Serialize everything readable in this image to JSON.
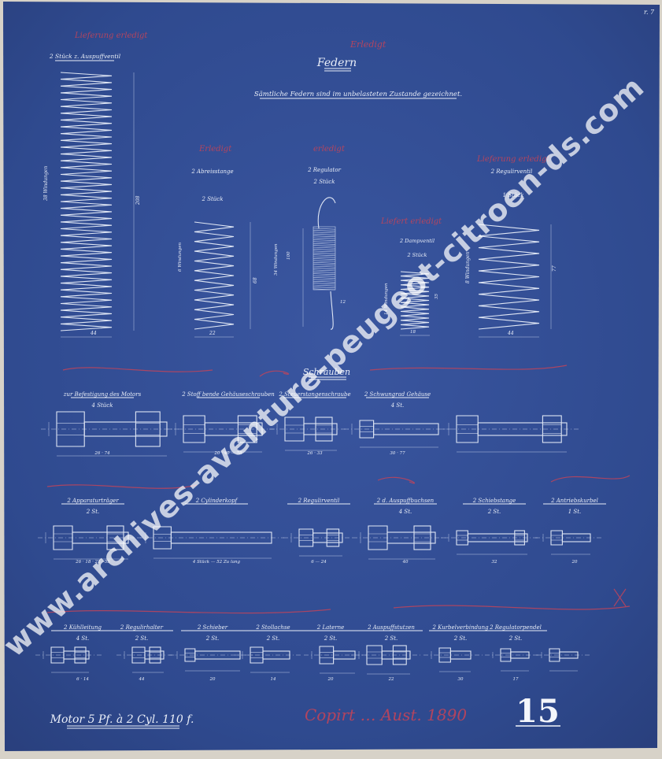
{
  "sheet": {
    "corner_mark": "r. 7",
    "number": "15",
    "footer_title": "Motor 5 Pf. à 2 Cyl. 110 f.",
    "watermark": "www.archives-aventure-peugeot-citroen-ds.com",
    "red_signature": "Copirt … Aust. 1890"
  },
  "springs": {
    "section_title": "Federn",
    "subtitle": "Sämtliche Federn sind im unbelasteten Zustande gezeichnet.",
    "items": [
      {
        "title": "2 Stück z. Auspuffventil",
        "turns": "38 Windungen",
        "length": "208",
        "width": "44",
        "red": "Lieferung erledigt"
      },
      {
        "title": "2 Abreisstange",
        "count": "2 Stück",
        "turns": "6 Windungen",
        "length": "68",
        "width": "22",
        "red": "Erledigt"
      },
      {
        "title": "2 Regulator",
        "count": "2 Stück",
        "turns": "34 Windungen",
        "length": "100",
        "width": "12",
        "red": "erledigt"
      },
      {
        "title": "2 Dampventil",
        "count": "2 Stück",
        "turns": "14 Windungen",
        "length": "35",
        "width": "18",
        "red": "Liefert erledigt"
      },
      {
        "title": "2 Regulirventil",
        "count": "1 Stück",
        "turns": "8 Windungen",
        "length": "77",
        "width": "44",
        "red": "Lieferung erledigt"
      }
    ]
  },
  "screws": {
    "section_title": "Schrauben",
    "rows": [
      [
        {
          "title": "zur Befestigung des Motors",
          "count": "4 Stück",
          "dims": "26 · 74"
        },
        {
          "title": "2 Stoff bende Gehäuseschrauben",
          "dims": "20 · 40 — 58"
        },
        {
          "title": "2 Steuerstangenschraube",
          "dims": "26 · 33"
        },
        {
          "title": "2 Schwungrad Gehäuse",
          "count": "4 St.",
          "dims": "30 · 77"
        }
      ],
      [
        {
          "title": "2 Apparaturträger",
          "count": "2 St.",
          "dims": "26 · 18 · 21 · 55"
        },
        {
          "title": "2 Cylinderkopf",
          "dims": "4 Stück — 52 Zu lang"
        },
        {
          "title": "2 Regulirventil",
          "dims": "6 — 24"
        },
        {
          "title": "2 d. Auspuffbuchsen",
          "count": "4 St.",
          "dims": "40"
        },
        {
          "title": "2 Schiebstange",
          "count": "2 St.",
          "dims": "32"
        },
        {
          "title": "2 Antriebskurbel",
          "count": "1 St.",
          "dims": "20"
        }
      ],
      [
        {
          "title": "2 Kühlleitung",
          "count": "4 St.",
          "dims": "6 · 14"
        },
        {
          "title": "2 Regulirhalter",
          "count": "2 St.",
          "dims": "44"
        },
        {
          "title": "2 Schieber",
          "count": "2 St.",
          "dims": "20"
        },
        {
          "title": "2 Stollachse",
          "count": "2 St.",
          "dims": "14"
        },
        {
          "title": "2 Laterne",
          "count": "2 St.",
          "dims": "20"
        },
        {
          "title": "2 Auspuffstutzen",
          "count": "2 St.",
          "dims": "22"
        },
        {
          "title": "2 Kurbelverbindung",
          "count": "2 St.",
          "dims": "30"
        },
        {
          "title": "2 Regulatorpendel",
          "count": "2 St.",
          "dims": "17"
        }
      ]
    ]
  },
  "colors": {
    "paper": "#d7d2c8",
    "blueprint": "#324c92",
    "line": "#dfe6f4",
    "red_pencil": "#c0445a",
    "watermark": "#ffffff"
  }
}
